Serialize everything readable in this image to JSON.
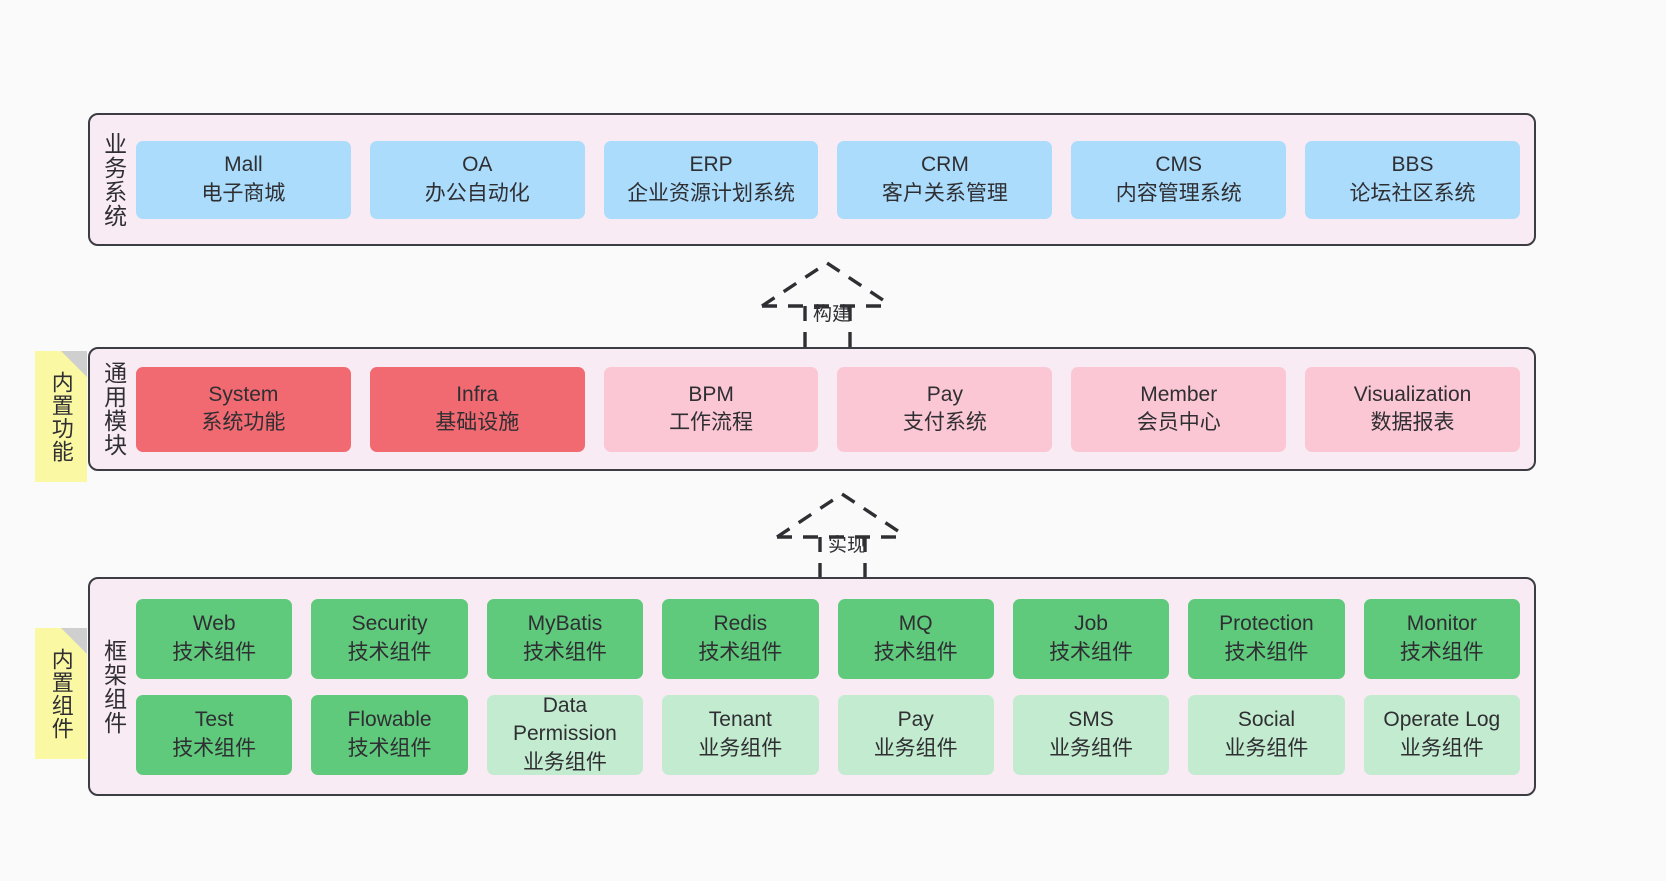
{
  "diagram": {
    "background": "#fafafa",
    "colors": {
      "layer_fill": "#f9ebf4",
      "layer_border": "#3c3c43",
      "business_card": "#abdcfb",
      "module_core": "#f26a71",
      "module_plain": "#fbc7d4",
      "tech_component": "#5fc97c",
      "biz_component": "#c3ebcf",
      "note": "#fbf8a3",
      "note_fold": "#cfcfcf",
      "text": "#2f2f33"
    }
  },
  "layers": {
    "business": {
      "title": "业务系统",
      "cards": [
        {
          "name": "Mall",
          "desc": "电子商城"
        },
        {
          "name": "OA",
          "desc": "办公自动化"
        },
        {
          "name": "ERP",
          "desc": "企业资源计划系统"
        },
        {
          "name": "CRM",
          "desc": "客户关系管理"
        },
        {
          "name": "CMS",
          "desc": "内容管理系统"
        },
        {
          "name": "BBS",
          "desc": "论坛社区系统"
        }
      ]
    },
    "modules": {
      "title": "通用模块",
      "note": "内置功能",
      "cards": [
        {
          "name": "System",
          "desc": "系统功能",
          "style": "core"
        },
        {
          "name": "Infra",
          "desc": "基础设施",
          "style": "core"
        },
        {
          "name": "BPM",
          "desc": "工作流程",
          "style": "plain"
        },
        {
          "name": "Pay",
          "desc": "支付系统",
          "style": "plain"
        },
        {
          "name": "Member",
          "desc": "会员中心",
          "style": "plain"
        },
        {
          "name": "Visualization",
          "desc": "数据报表",
          "style": "plain"
        }
      ]
    },
    "framework": {
      "title": "框架组件",
      "note": "内置组件",
      "row1": [
        {
          "name": "Web",
          "desc": "技术组件",
          "style": "tech"
        },
        {
          "name": "Security",
          "desc": "技术组件",
          "style": "tech"
        },
        {
          "name": "MyBatis",
          "desc": "技术组件",
          "style": "tech"
        },
        {
          "name": "Redis",
          "desc": "技术组件",
          "style": "tech"
        },
        {
          "name": "MQ",
          "desc": "技术组件",
          "style": "tech"
        },
        {
          "name": "Job",
          "desc": "技术组件",
          "style": "tech"
        },
        {
          "name": "Protection",
          "desc": "技术组件",
          "style": "tech"
        },
        {
          "name": "Monitor",
          "desc": "技术组件",
          "style": "tech"
        }
      ],
      "row2": [
        {
          "name": "Test",
          "desc": "技术组件",
          "style": "tech"
        },
        {
          "name": "Flowable",
          "desc": "技术组件",
          "style": "tech"
        },
        {
          "name": "Data Permission",
          "desc": "业务组件",
          "style": "biz"
        },
        {
          "name": "Tenant",
          "desc": "业务组件",
          "style": "biz"
        },
        {
          "name": "Pay",
          "desc": "业务组件",
          "style": "biz"
        },
        {
          "name": "SMS",
          "desc": "业务组件",
          "style": "biz"
        },
        {
          "name": "Social",
          "desc": "业务组件",
          "style": "biz"
        },
        {
          "name": "Operate Log",
          "desc": "业务组件",
          "style": "biz"
        }
      ]
    }
  },
  "connectors": [
    {
      "label": "构建",
      "from": "modules",
      "to": "business"
    },
    {
      "label": "实现",
      "from": "framework",
      "to": "modules"
    }
  ]
}
